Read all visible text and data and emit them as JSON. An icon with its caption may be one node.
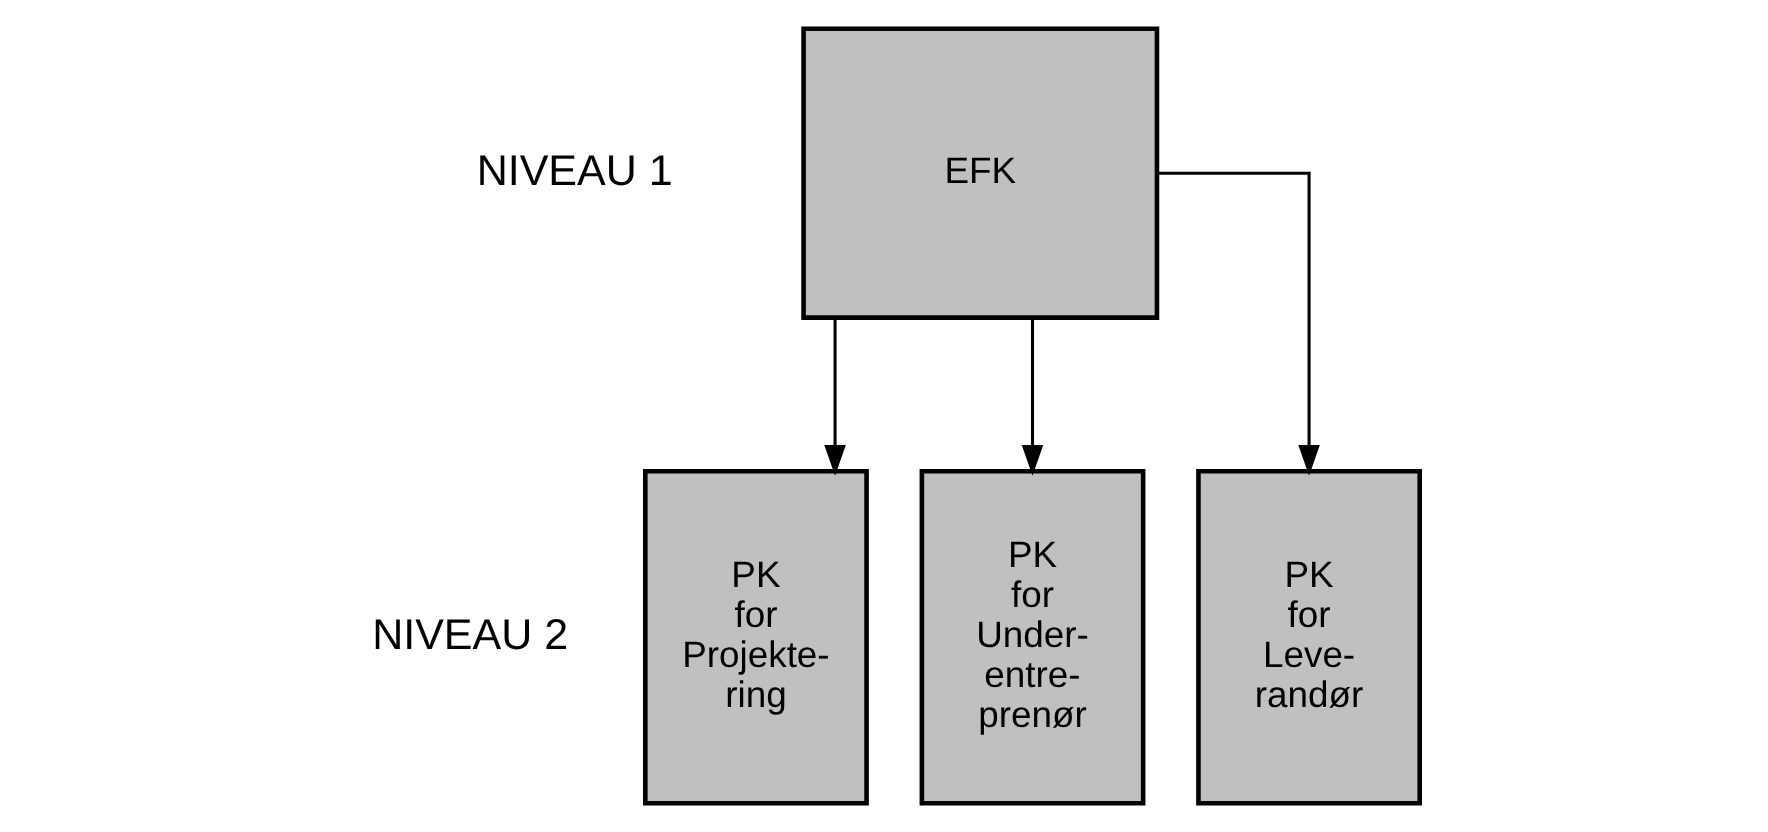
{
  "diagram": {
    "nodes": [
      {
        "text": [
          "EFK"
        ]
      },
      {
        "text": [
          "PK for Projekte- ring"
        ]
      },
      {
        "text": [
          "PK for Under- entre- prenør"
        ]
      },
      {
        "text": [
          "PK for Leve- randør"
        ]
      }
    ],
    "edges": [
      {
        "from": 0,
        "to": 1,
        "arrow": "to"
      },
      {
        "from": 0,
        "to": 2,
        "arrow": "to"
      },
      {
        "from": 0,
        "to": 3,
        "arrow": "to"
      }
    ],
    "labels": [
      "NIVEAU 1",
      "NIVEAU 2"
    ]
  }
}
